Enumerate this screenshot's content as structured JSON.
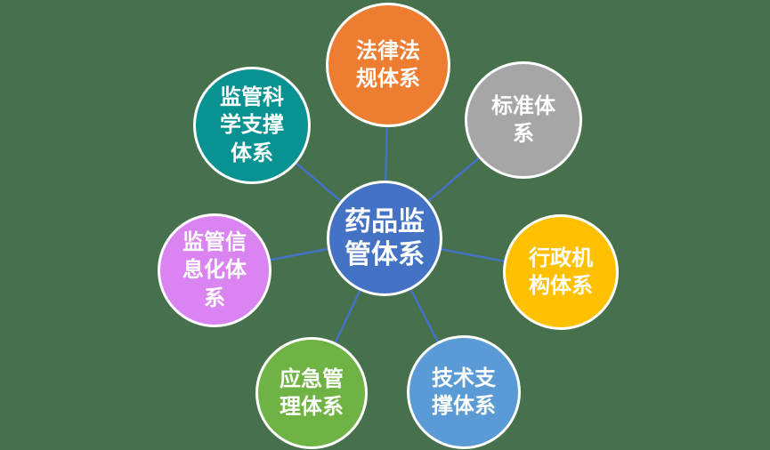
{
  "diagram": {
    "background_color": "#47704D",
    "connector_color": "#4472C4",
    "center": {
      "label": "药品监\n管体系",
      "color": "#4472C4"
    },
    "nodes": [
      {
        "id": "legal",
        "label": "法律法\n规体系",
        "color": "#ED7D31"
      },
      {
        "id": "standards",
        "label": "标准体\n系",
        "color": "#A6A6A6"
      },
      {
        "id": "admin",
        "label": "行政机\n构体系",
        "color": "#FFC000"
      },
      {
        "id": "tech",
        "label": "技术支\n撑体系",
        "color": "#5B9BD5"
      },
      {
        "id": "emergency",
        "label": "应急管\n理体系",
        "color": "#6FB345"
      },
      {
        "id": "info",
        "label": "监管信\n息化体\n系",
        "color": "#DA84F2"
      },
      {
        "id": "science",
        "label": "监管科\n学支撑\n体系",
        "color": "#089292"
      }
    ]
  }
}
